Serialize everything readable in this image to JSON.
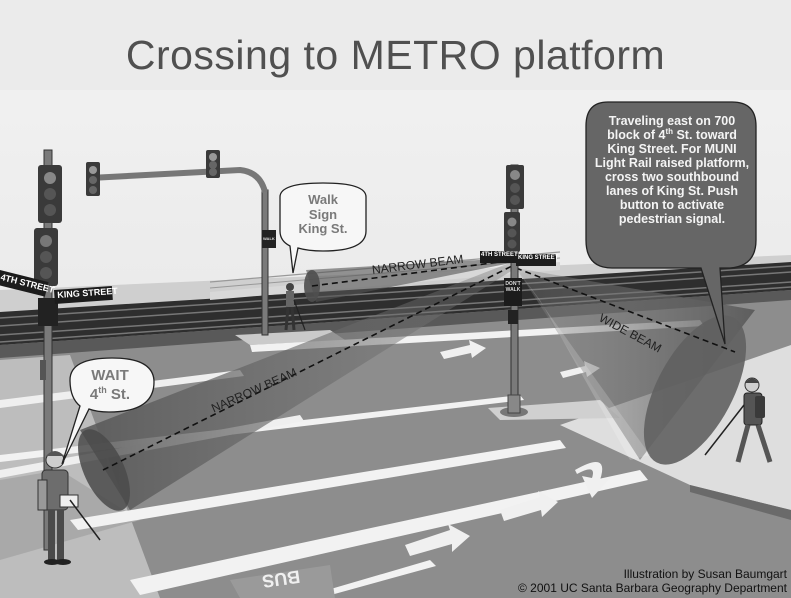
{
  "title": "Crossing to METRO platform",
  "bubbles": {
    "walk_sign_lines": [
      "Walk",
      "Sign",
      "King St."
    ],
    "wait_line1": "WAIT",
    "wait_line2_num": "4",
    "wait_line2_sup": "th",
    "wait_line2_rest": " St.",
    "description_parts": {
      "p1": "Traveling east on 700 block of 4",
      "sup": "th",
      "p2": " St. toward King Street. For MUNI Light Rail raised platform, cross two southbound lanes of King St. Push button to activate pedestrian signal."
    }
  },
  "street_signs": {
    "left_4th": "4TH STREET",
    "left_king": "KING STREET",
    "right_4th": "4TH STREET",
    "right_king": "KING STREET"
  },
  "beam_labels": {
    "narrow_top": "NARROW BEAM",
    "narrow_left": "NARROW BEAM",
    "wide": "WIDE BEAM"
  },
  "ped_signals": {
    "dont_walk": "DON'T WALK",
    "walk_small": "WALK"
  },
  "road_marking": "BUS",
  "credit_line1": "Illustration by Susan Baumgart",
  "credit_line2": "© 2001 UC Santa Barbara Geography Department",
  "colors": {
    "title": "#505050",
    "bubble_text": "#7a7a7a",
    "description_text": "#f4f4f4",
    "road": "#8a8a8a",
    "sidewalk": "#dcdcdc"
  }
}
